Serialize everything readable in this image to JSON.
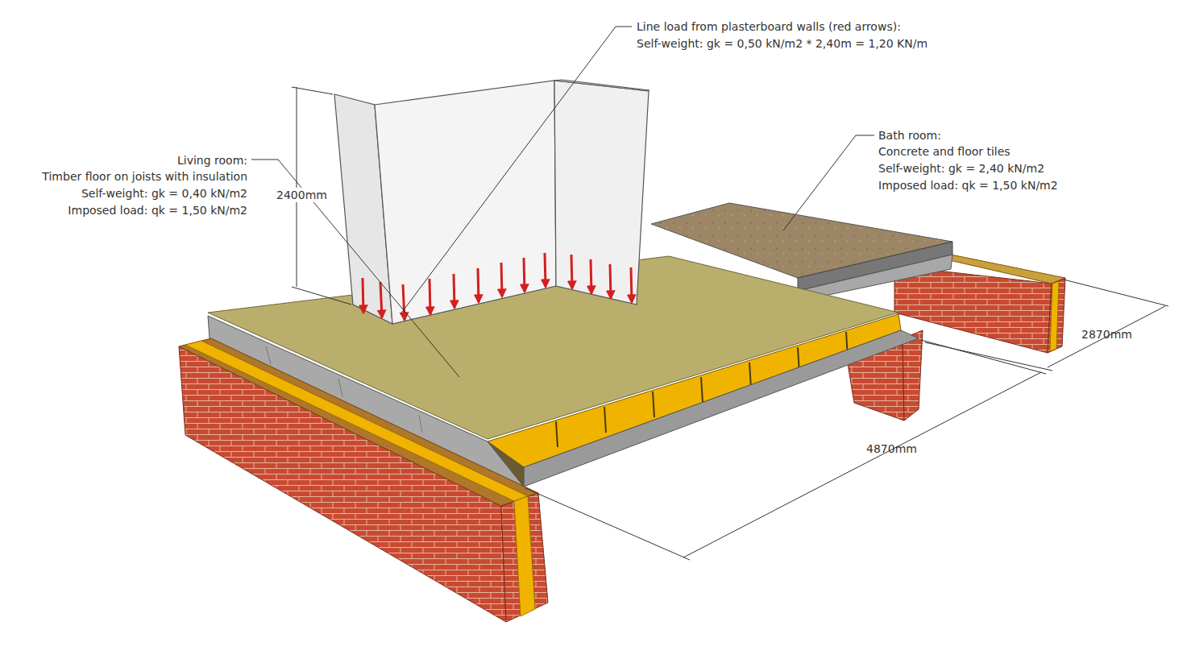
{
  "diagram": {
    "labels": [
      "Line load from plasterboard walls (red arrows):",
      "Self-weight: gk = 0,50 kN/m2 * 2,40m = 1,20 KN/m",
      "Living room:",
      "Timber floor on joists with insulation",
      "Self-weight: gk = 0,40 kN/m2",
      "Imposed load: qk = 1,50 kN/m2",
      "Bath room:",
      "Concrete and floor tiles",
      "Self-weight: gk = 2,40 kN/m2",
      "Imposed load: qk = 1,50 kN/m2",
      "2400mm",
      "4870mm",
      "2870mm"
    ]
  }
}
